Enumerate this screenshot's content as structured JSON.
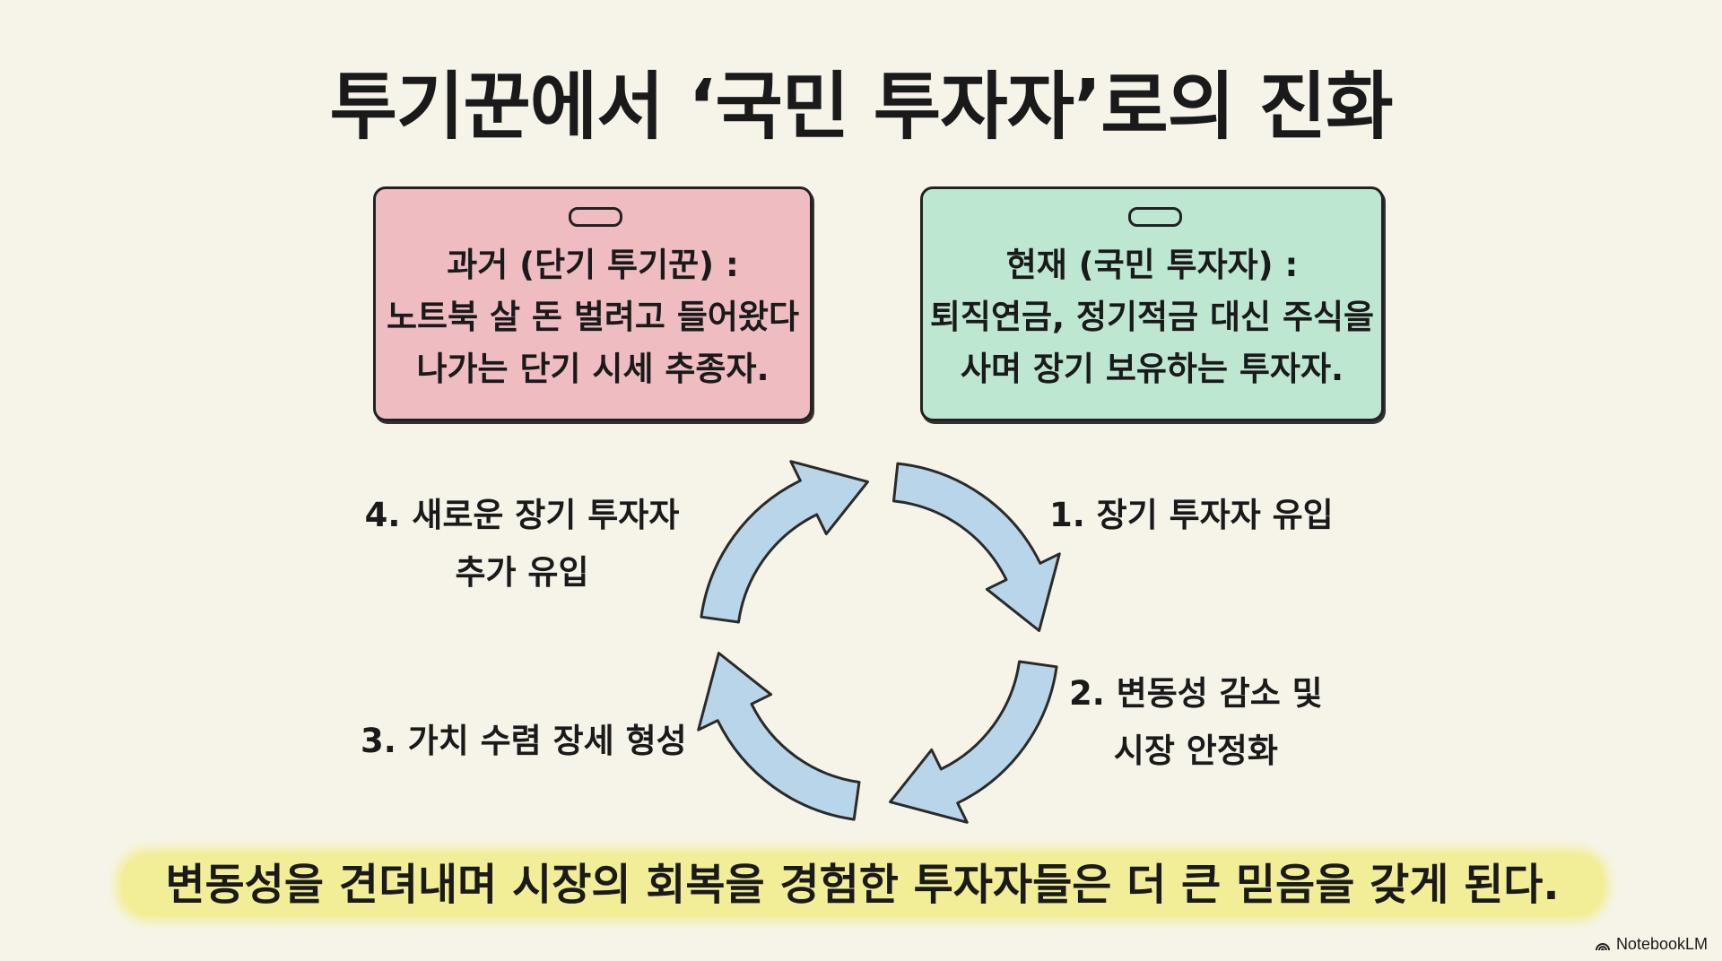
{
  "title": "투기꾼에서 ‘국민 투자자’로의 진화",
  "past_card": {
    "lines": [
      "과거 (단기 투기꾼) :",
      "노트북 살 돈 벌려고 들어왔다",
      "나가는 단기 시세 추종자."
    ]
  },
  "present_card": {
    "lines": [
      "현재 (국민 투자자) :",
      "퇴직연금, 정기적금 대신 주식을",
      "사며 장기 보유하는 투자자."
    ]
  },
  "cycle": {
    "step1": [
      "1. 장기 투자자 유입"
    ],
    "step2": [
      "2. 변동성 감소 및",
      "시장 안정화"
    ],
    "step3": [
      "3. 가치 수렴 장세 형성"
    ],
    "step4": [
      "4. 새로운 장기 투자자",
      "추가 유입"
    ]
  },
  "conclusion": "변동성을 견뎌내며 시장의 회복을 경험한 투자자들은 더 큰 믿음을 갖게 된다.",
  "brand": "NotebookLM",
  "colors": {
    "past": "#efbcc1",
    "present": "#bde7d1",
    "arrow": "#b9d5ea",
    "highlight": "#f2ee98"
  }
}
